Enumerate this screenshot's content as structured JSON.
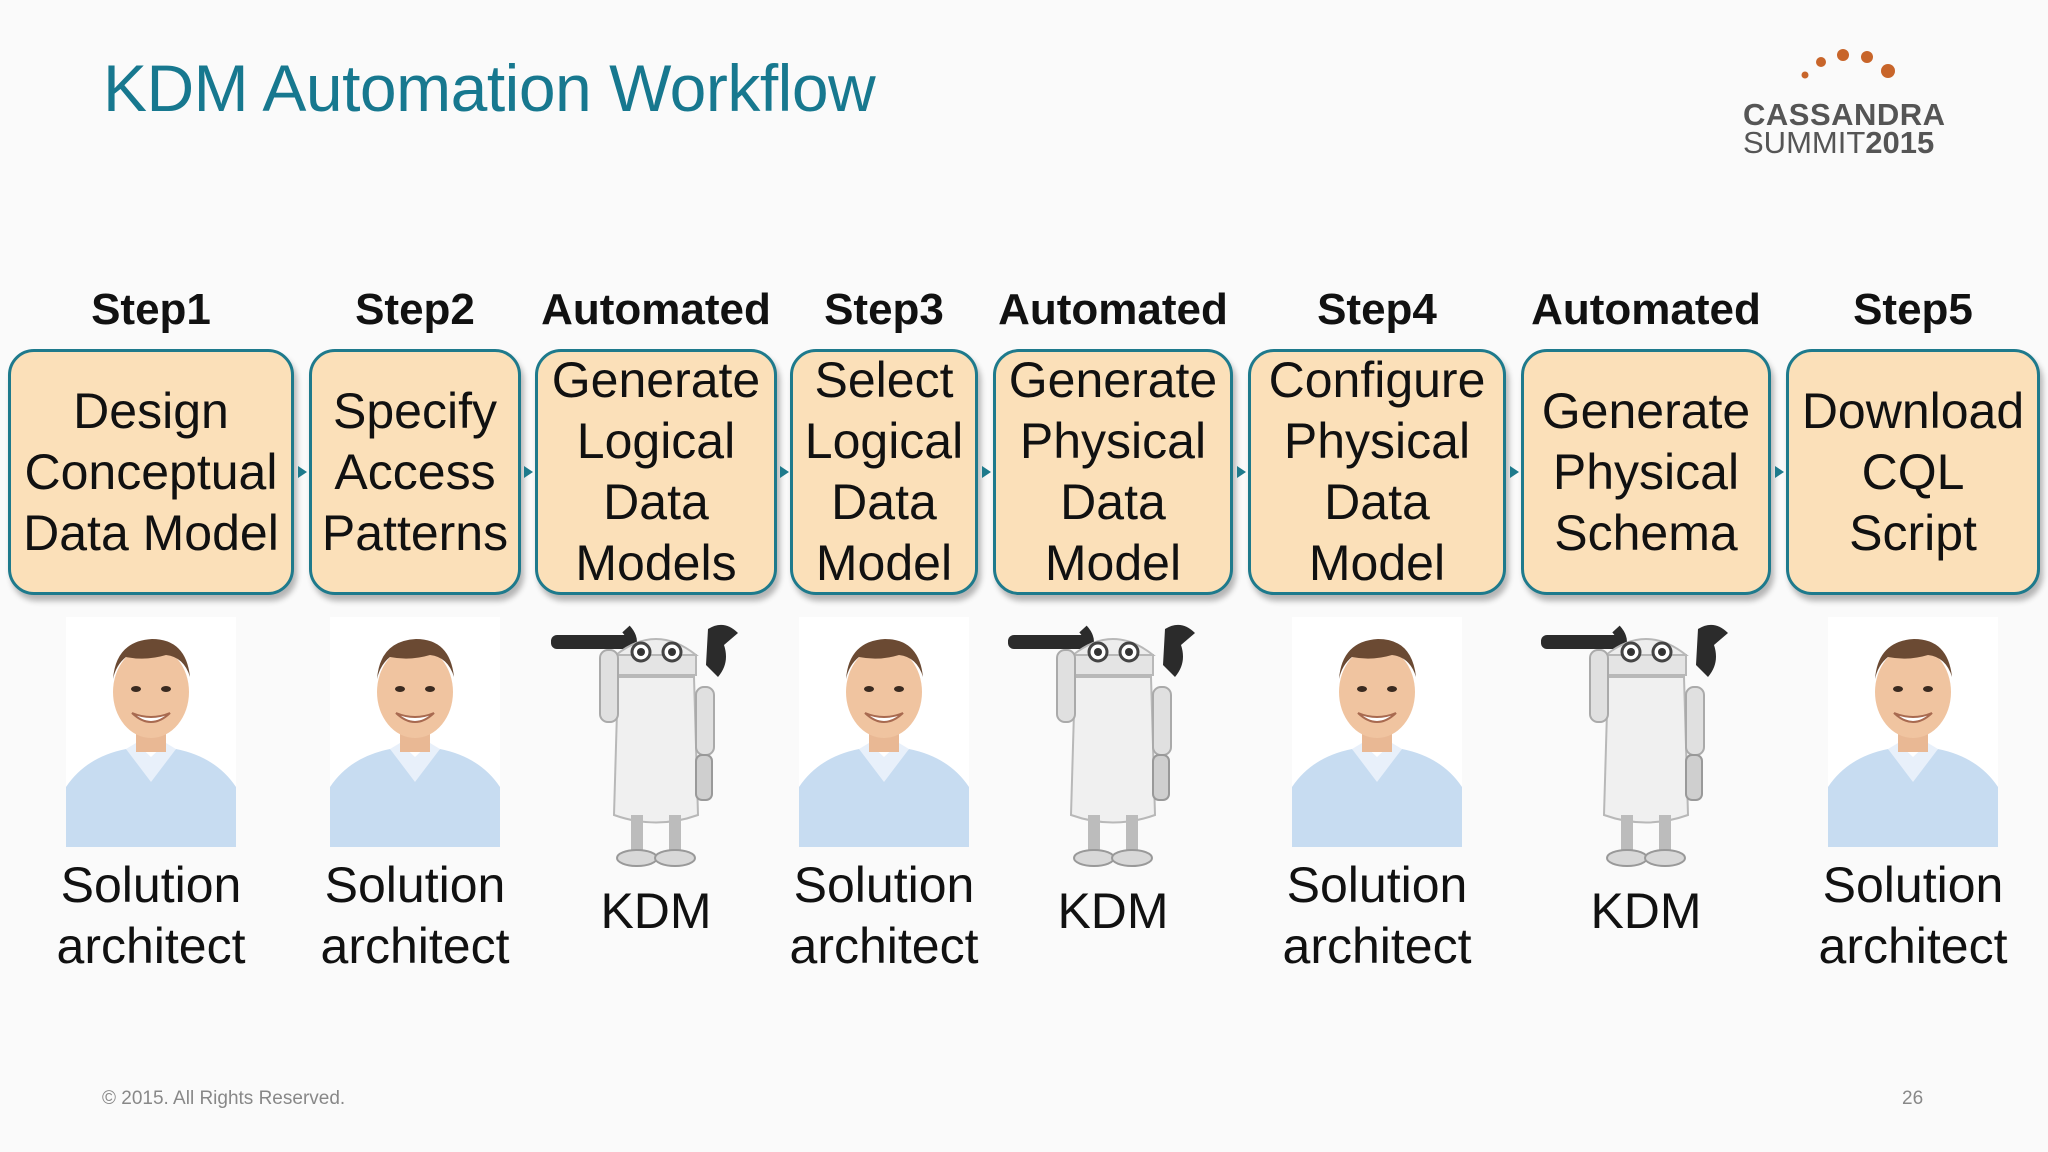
{
  "title": "KDM Automation Workflow",
  "logo": {
    "line1": "CASSANDRA",
    "line2_a": "SUMMIT",
    "line2_b": "2015",
    "color": "#c8652a"
  },
  "steps": [
    {
      "label": "Step1",
      "box_lines": [
        "Design",
        "Conceptual",
        "Data Model"
      ],
      "actor": "person",
      "caption_lines": [
        "Solution",
        "architect"
      ]
    },
    {
      "label": "Step2",
      "box_lines": [
        "Specify",
        "Access",
        "Patterns"
      ],
      "actor": "person",
      "caption_lines": [
        "Solution",
        "architect"
      ]
    },
    {
      "label": "Automated",
      "box_lines": [
        "Generate",
        "Logical",
        "Data",
        "Models"
      ],
      "actor": "robot",
      "caption_lines": [
        "KDM"
      ]
    },
    {
      "label": "Step3",
      "box_lines": [
        "Select",
        "Logical",
        "Data",
        "Model"
      ],
      "actor": "person",
      "caption_lines": [
        "Solution",
        "architect"
      ]
    },
    {
      "label": "Automated",
      "box_lines": [
        "Generate",
        "Physical",
        "Data",
        "Model"
      ],
      "actor": "robot",
      "caption_lines": [
        "KDM"
      ]
    },
    {
      "label": "Step4",
      "box_lines": [
        "Configure",
        "Physical",
        "Data",
        "Model"
      ],
      "actor": "person",
      "caption_lines": [
        "Solution",
        "architect"
      ]
    },
    {
      "label": "Automated",
      "box_lines": [
        "Generate",
        "Physical",
        "Schema"
      ],
      "actor": "robot",
      "caption_lines": [
        "KDM"
      ]
    },
    {
      "label": "Step5",
      "box_lines": [
        "Download",
        "CQL",
        "Script"
      ],
      "actor": "person",
      "caption_lines": [
        "Solution",
        "architect"
      ]
    }
  ],
  "colors": {
    "title": "#17788f",
    "box_fill": "#fbe0b9",
    "box_border": "#1e7a8c"
  },
  "footer": "© 2015. All Rights Reserved.",
  "page_number": "26"
}
